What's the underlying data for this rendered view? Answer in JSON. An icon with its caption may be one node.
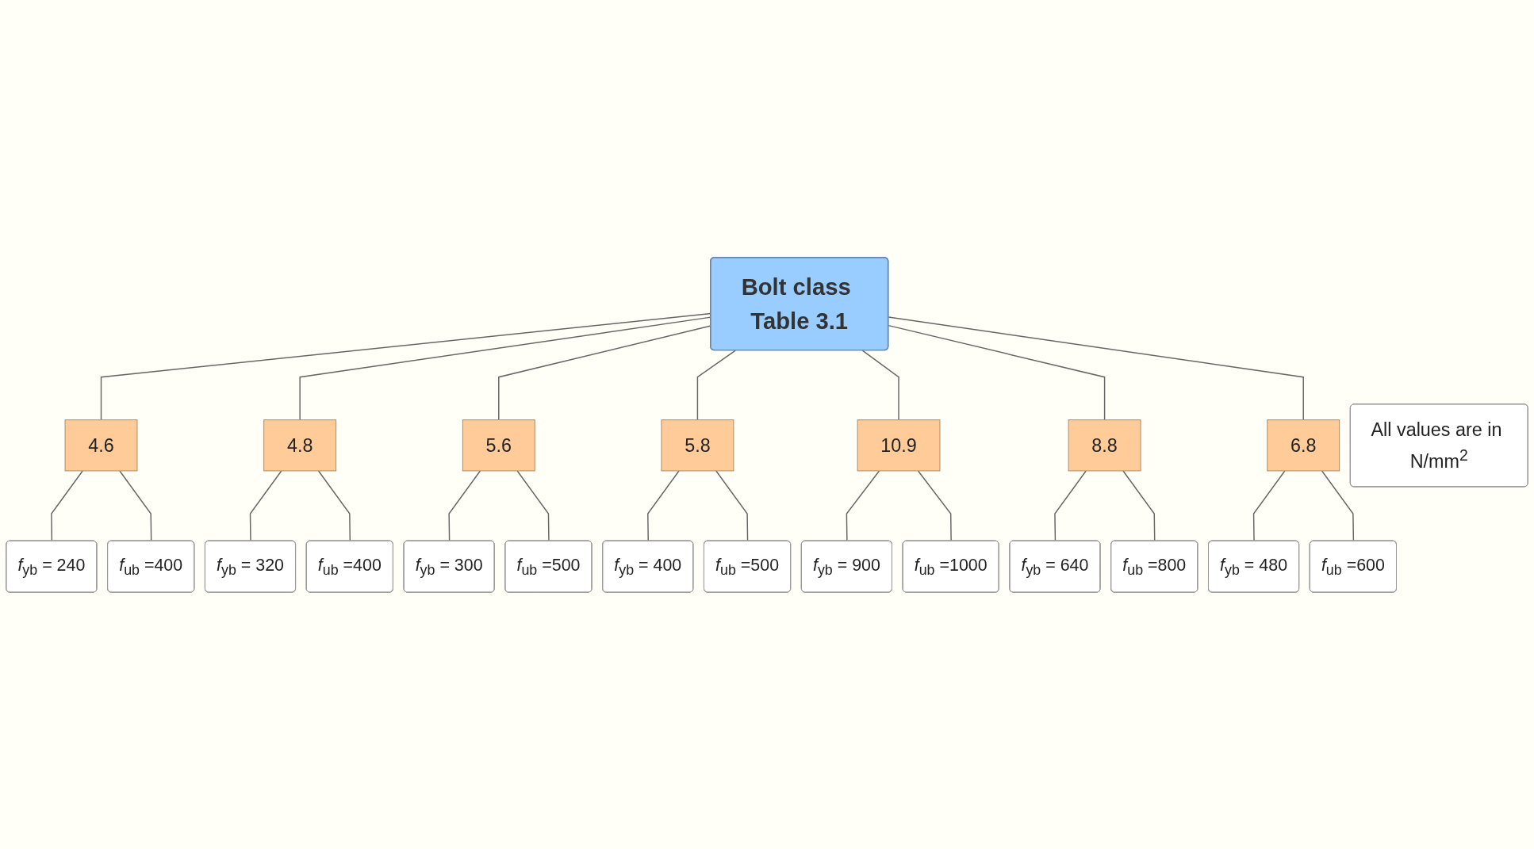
{
  "diagram": {
    "nodes": [
      {
        "text": [
          "Bolt class Table 3.1"
        ]
      },
      {
        "text": [
          "4.6"
        ]
      },
      {
        "text": [
          "*f*$_{yb}$ = 240"
        ]
      },
      {
        "text": [
          "*f*$_{ub}$ =400"
        ]
      },
      {
        "text": [
          "4.8"
        ]
      },
      {
        "text": [
          "*f*$_{yb}$ = 320"
        ]
      },
      {
        "text": [
          "*f*$_{ub}$ =400"
        ]
      },
      {
        "text": [
          "5.6"
        ]
      },
      {
        "text": [
          "*f*$_{yb}$ = 300"
        ]
      },
      {
        "text": [
          "*f*$_{ub}$ =500"
        ]
      },
      {
        "text": [
          "5.8"
        ]
      },
      {
        "text": [
          "*f*$_{yb}$ = 400"
        ]
      },
      {
        "text": [
          "*f*$_{ub}$ =500"
        ]
      },
      {
        "text": [
          "10.9"
        ]
      },
      {
        "text": [
          "*f*$_{yb}$ = 900"
        ]
      },
      {
        "text": [
          "*f*$_{ub}$ =1000"
        ]
      },
      {
        "text": [
          "8.8"
        ]
      },
      {
        "text": [
          "*f*$_{yb}$ = 640"
        ]
      },
      {
        "text": [
          "*f*$_{ub}$ =800"
        ]
      },
      {
        "text": [
          "6.8"
        ]
      },
      {
        "text": [
          "*f*$_{yb}$ = 480"
        ]
      },
      {
        "text": [
          "*f*$_{ub}$ =600"
        ]
      },
      {
        "text": [
          "All values are in N/mm$^{2}$"
        ]
      }
    ],
    "edges": [
      {
        "from": 0,
        "to": 1,
        "arrow": "none"
      },
      {
        "from": 1,
        "to": 2,
        "arrow": "none"
      },
      {
        "from": 1,
        "to": 3,
        "arrow": "none"
      },
      {
        "from": 0,
        "to": 4,
        "arrow": "none"
      },
      {
        "from": 4,
        "to": 5,
        "arrow": "none"
      },
      {
        "from": 4,
        "to": 6,
        "arrow": "none"
      },
      {
        "from": 0,
        "to": 7,
        "arrow": "none"
      },
      {
        "from": 7,
        "to": 8,
        "arrow": "none"
      },
      {
        "from": 7,
        "to": 9,
        "arrow": "none"
      },
      {
        "from": 0,
        "to": 10,
        "arrow": "none"
      },
      {
        "from": 10,
        "to": 11,
        "arrow": "none"
      },
      {
        "from": 10,
        "to": 12,
        "arrow": "none"
      },
      {
        "from": 0,
        "to": 13,
        "arrow": "none"
      },
      {
        "from": 13,
        "to": 14,
        "arrow": "none"
      },
      {
        "from": 13,
        "to": 15,
        "arrow": "none"
      },
      {
        "from": 0,
        "to": 16,
        "arrow": "none"
      },
      {
        "from": 16,
        "to": 17,
        "arrow": "none"
      },
      {
        "from": 16,
        "to": 18,
        "arrow": "none"
      },
      {
        "from": 0,
        "to": 19,
        "arrow": "none"
      },
      {
        "from": 19,
        "to": 20,
        "arrow": "none"
      },
      {
        "from": 19,
        "to": 21,
        "arrow": "none"
      }
    ]
  }
}
